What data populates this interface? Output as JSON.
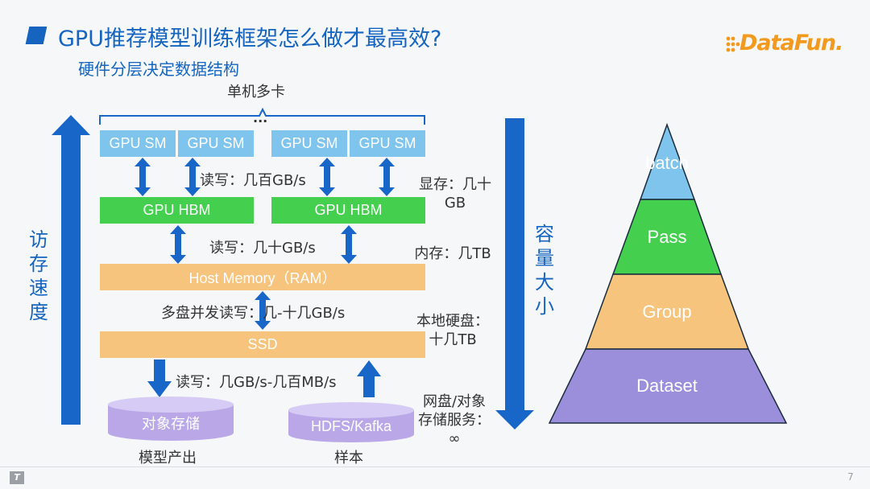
{
  "header": {
    "title": "GPU推荐模型训练框架怎么做才最高效?",
    "subtitle": "硬件分层决定数据结构",
    "logo_text": "DataFun."
  },
  "hierarchy": {
    "group_label": "单机多卡",
    "ellipsis": "...",
    "gpu_sm": [
      "GPU SM",
      "GPU SM",
      "GPU SM",
      "GPU SM"
    ],
    "gpu_hbm": [
      "GPU HBM",
      "GPU HBM"
    ],
    "ram": "Host Memory（RAM）",
    "ssd": "SSD",
    "object_storage": "对象存储",
    "hdfs": "HDFS/Kafka",
    "model_output": "模型产出",
    "samples": "样本",
    "bandwidth_sm_hbm": "读写：几百GB/s",
    "bandwidth_hbm_ram": "读写：几十GB/s",
    "bandwidth_ram_ssd": "多盘并发读写：几-十几GB/s",
    "bandwidth_ssd_storage": "读写：几GB/s-几百MB/s",
    "capacity_vram": "显存：几十GB",
    "capacity_ram": "内存：几TB",
    "capacity_disk": "本地硬盘：十几TB",
    "capacity_network": "网盘/对象存储服务：∞"
  },
  "axis_labels": {
    "access_speed": "访存速度",
    "capacity": "容量大小"
  },
  "pyramid": {
    "levels": [
      {
        "label": "batch",
        "color": "#7ec4ec"
      },
      {
        "label": "Pass",
        "color": "#44d04e"
      },
      {
        "label": "Group",
        "color": "#f7c47e"
      },
      {
        "label": "Dataset",
        "color": "#9b8fdb"
      }
    ]
  },
  "footer": {
    "page_number": "7"
  },
  "colors": {
    "accent": "#1565c0",
    "arrow": "#1766c8"
  }
}
